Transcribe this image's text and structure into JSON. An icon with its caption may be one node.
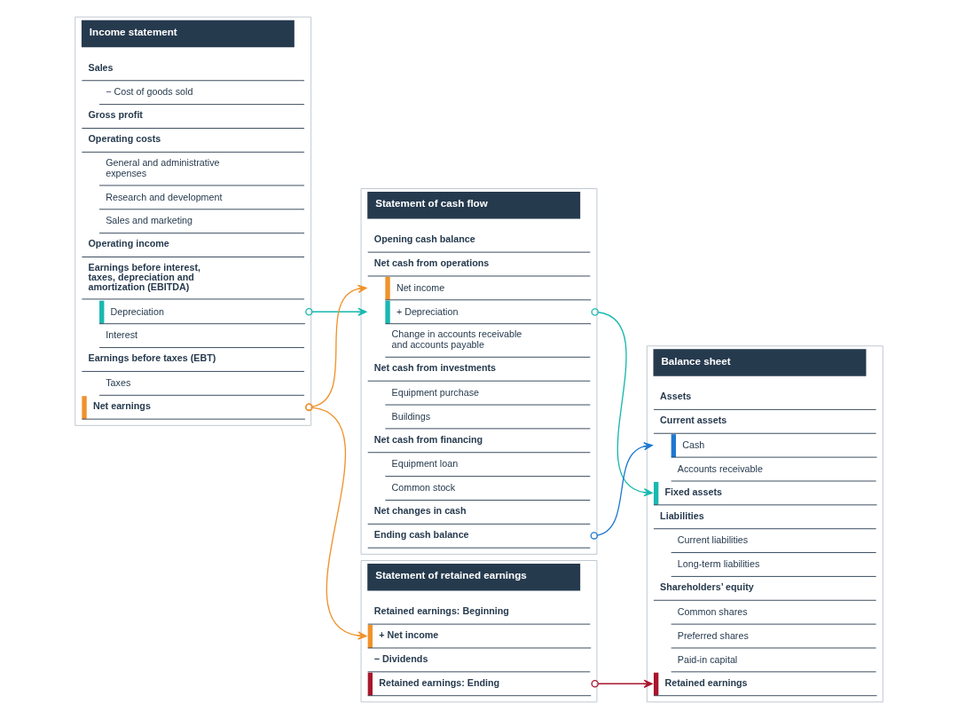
{
  "diagram": {
    "nodes": [
      {
        "text": [
          "Income statement"
        ]
      },
      {
        "text": [
          "Sales"
        ],
        "in": 0
      },
      {
        "text": [
          "− Cost of goods sold"
        ],
        "in": 0
      },
      {
        "text": [
          "Gross profit"
        ],
        "in": 0
      },
      {
        "text": [
          "Operating costs"
        ],
        "in": 0
      },
      {
        "text": [
          "General and administrative expenses"
        ],
        "in": 0
      },
      {
        "text": [
          "Research and development"
        ],
        "in": 0
      },
      {
        "text": [
          "Sales and marketing"
        ],
        "in": 0
      },
      {
        "text": [
          "Operating income"
        ],
        "in": 0
      },
      {
        "text": [
          "Earnings before interest, taxes, depreciation and amortization (EBITDA)"
        ],
        "in": 0
      },
      {
        "text": [
          "Depreciation"
        ],
        "in": 0
      },
      {
        "text": [
          "Interest"
        ],
        "in": 0
      },
      {
        "text": [
          "Earnings before taxes (EBT)"
        ],
        "in": 0
      },
      {
        "text": [
          "Taxes"
        ],
        "in": 0
      },
      {
        "text": [
          "Net earnings"
        ],
        "in": 0
      },
      {
        "text": [
          "Statement of cash flow"
        ]
      },
      {
        "text": [
          "Opening cash balance"
        ],
        "in": 15
      },
      {
        "text": [
          "Net cash from operations"
        ],
        "in": 15
      },
      {
        "text": [
          "Net income"
        ],
        "in": 15
      },
      {
        "text": [
          "+ Depreciation"
        ],
        "in": 15
      },
      {
        "text": [
          "Change in accounts receivable and accounts payable"
        ],
        "in": 15
      },
      {
        "text": [
          "Net cash from investments"
        ],
        "in": 15
      },
      {
        "text": [
          "Equipment purchase"
        ],
        "in": 15
      },
      {
        "text": [
          "Buildings"
        ],
        "in": 15
      },
      {
        "text": [
          "Net cash from financing"
        ],
        "in": 15
      },
      {
        "text": [
          "Equipment loan"
        ],
        "in": 15
      },
      {
        "text": [
          "Common stock"
        ],
        "in": 15
      },
      {
        "text": [
          "Net changes in cash"
        ],
        "in": 15
      },
      {
        "text": [
          "Ending cash balance"
        ],
        "in": 15
      },
      {
        "text": [
          "Statement of retained earnings"
        ]
      },
      {
        "text": [
          "Retained earnings: Beginning"
        ],
        "in": 29
      },
      {
        "text": [
          "+ Net income"
        ],
        "in": 29
      },
      {
        "text": [
          "− Dividends"
        ],
        "in": 29
      },
      {
        "text": [
          "Retained earnings: Ending"
        ],
        "in": 29
      },
      {
        "text": [
          "Balance sheet"
        ]
      },
      {
        "text": [
          "Assets"
        ],
        "in": 34
      },
      {
        "text": [
          "Current assets"
        ],
        "in": 34
      },
      {
        "text": [
          "Cash"
        ],
        "in": 34
      },
      {
        "text": [
          "Accounts receivable"
        ],
        "in": 34
      },
      {
        "text": [
          "Fixed assets"
        ],
        "in": 34
      },
      {
        "text": [
          "Liabilities"
        ],
        "in": 34
      },
      {
        "text": [
          "Current liabilities"
        ],
        "in": 34
      },
      {
        "text": [
          "Long-term liabilities"
        ],
        "in": 34
      },
      {
        "text": [
          "Shareholders’ equity"
        ],
        "in": 34
      },
      {
        "text": [
          "Common shares"
        ],
        "in": 34
      },
      {
        "text": [
          "Preferred shares"
        ],
        "in": 34
      },
      {
        "text": [
          "Paid-in capital"
        ],
        "in": 34
      },
      {
        "text": [
          "Retained earnings"
        ],
        "in": 34
      }
    ],
    "edges": [
      {
        "from": 10,
        "to": 19,
        "arrow": "to",
        "color": "#19b8b0"
      },
      {
        "from": 14,
        "to": 18,
        "arrow": "to",
        "color": "#f0922b"
      },
      {
        "from": 14,
        "to": 31,
        "arrow": "to",
        "color": "#f0922b"
      },
      {
        "from": 19,
        "to": 39,
        "arrow": "to",
        "color": "#19b8b0"
      },
      {
        "from": 28,
        "to": 37,
        "arrow": "to",
        "color": "#1f78d1"
      },
      {
        "from": 33,
        "to": 47,
        "arrow": "to",
        "color": "#a8162c"
      }
    ]
  }
}
